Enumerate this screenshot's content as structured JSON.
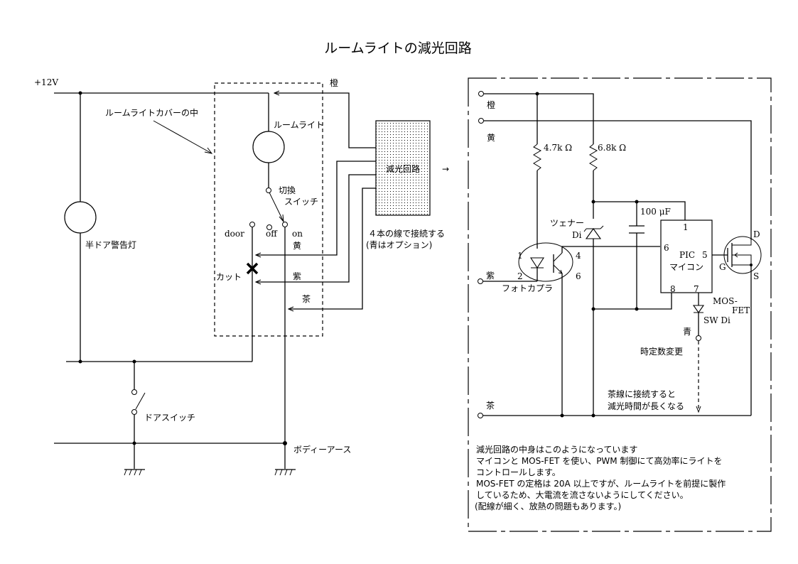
{
  "title": "ルームライトの減光回路",
  "left_circuit": {
    "supply_label": "+12V",
    "cover_label": "ルームライトカバーの中",
    "room_light_label": "ルームライト",
    "switch_label_1": "切換",
    "switch_label_2": "スイッチ",
    "switch_positions": [
      "door",
      "off",
      "on"
    ],
    "half_door_lamp_label": "半ドア警告灯",
    "cut_label": "カット",
    "door_switch_label": "ドアスイッチ",
    "body_earth_label": "ボディーアース",
    "wire_colors": {
      "orange": "橙",
      "yellow": "黄",
      "purple": "紫",
      "brown": "茶"
    },
    "dimmer_box_label": "減光回路",
    "arrow_label": "→",
    "connect_note_1": "４本の線で接続する",
    "connect_note_2": "(青はオプション)"
  },
  "right_circuit": {
    "terminals": {
      "orange": "橙",
      "yellow": "黄",
      "purple": "紫",
      "brown": "茶",
      "blue": "青"
    },
    "r1_label": "4.7k Ω",
    "r2_label": "6.8k Ω",
    "cap_label": "100 μF",
    "zener_label_1": "ツェナー",
    "zener_label_2": "Di",
    "photocoupler_label": "フォトカプラ",
    "photocoupler_pins": [
      "1",
      "2",
      "4",
      "6"
    ],
    "mcu_label_1": "PIC",
    "mcu_label_2": "マイコン",
    "mcu_pins": [
      "1",
      "6",
      "5",
      "8",
      "7"
    ],
    "mosfet_pins": [
      "D",
      "G",
      "S"
    ],
    "mosfet_label_1": "MOS-",
    "mosfet_label_2": "FET",
    "sw_diode_label": "SW Di",
    "time_const_label": "時定数変更",
    "brown_note_1": "茶線に接続すると",
    "brown_note_2": "減光時間が長くなる"
  },
  "description": [
    "減光回路の中身はこのようになっています",
    "マイコンと MOS-FET を使い、PWM 制御にて高効率にライトを",
    "コントロールします。",
    "MOS-FET の定格は 20A 以上ですが、ルームライトを前提に製作",
    "しているため、大電流を流さないようにしてください。",
    "(配線が細く、放熱の問題もあります。)"
  ]
}
